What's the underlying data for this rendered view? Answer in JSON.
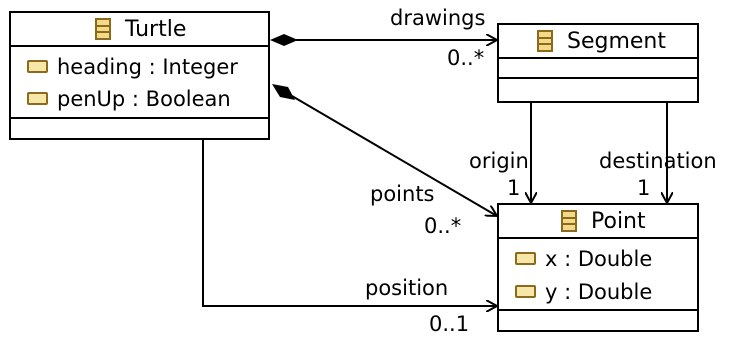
{
  "classes": {
    "turtle": {
      "name": "Turtle",
      "attributes": [
        "heading : Integer",
        "penUp : Boolean"
      ]
    },
    "segment": {
      "name": "Segment",
      "attributes": []
    },
    "point": {
      "name": "Point",
      "attributes": [
        "x : Double",
        "y : Double"
      ]
    }
  },
  "associations": {
    "drawings": {
      "role": "drawings",
      "multiplicity": "0..*",
      "kind": "composition"
    },
    "points": {
      "role": "points",
      "multiplicity": "0..*",
      "kind": "composition"
    },
    "position": {
      "role": "position",
      "multiplicity": "0..1",
      "kind": "reference"
    },
    "origin": {
      "role": "origin",
      "multiplicity": "1",
      "kind": "reference"
    },
    "destination": {
      "role": "destination",
      "multiplicity": "1",
      "kind": "reference"
    }
  },
  "icons": {
    "class": "class-icon",
    "attribute": "attribute-icon"
  },
  "colors": {
    "class_icon_fill": "#f4d98a",
    "class_icon_border": "#8b6b1a",
    "attribute_icon_fill": "#f6e6a8",
    "line": "#000000"
  }
}
